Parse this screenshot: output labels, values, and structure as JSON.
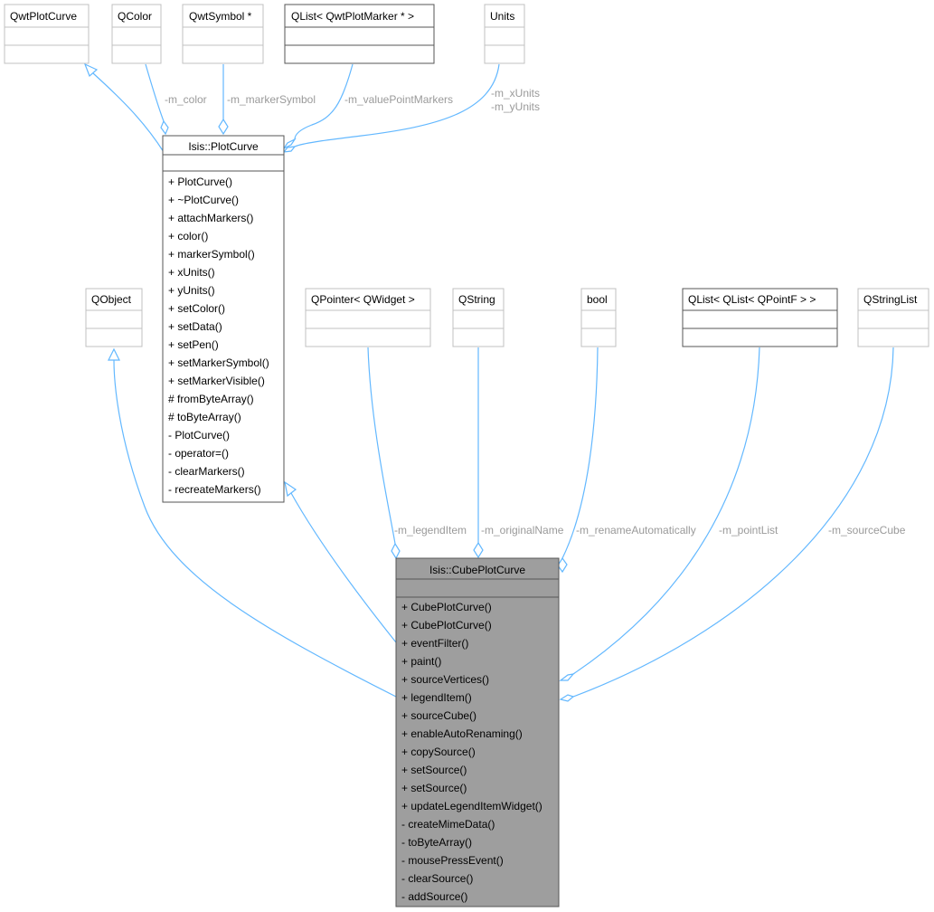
{
  "classes": {
    "qwtplotcurve": {
      "name": "QwtPlotCurve",
      "members": []
    },
    "qcolor": {
      "name": "QColor",
      "members": []
    },
    "qwtsymbol": {
      "name": "QwtSymbol *",
      "members": []
    },
    "qlist_marker": {
      "name": "QList< QwtPlotMarker * >",
      "members": []
    },
    "units": {
      "name": "Units",
      "members": []
    },
    "plotcurve": {
      "name": "Isis::PlotCurve",
      "members": [
        "+ PlotCurve()",
        "+ ~PlotCurve()",
        "+ attachMarkers()",
        "+ color()",
        "+ markerSymbol()",
        "+ xUnits()",
        "+ yUnits()",
        "+ setColor()",
        "+ setData()",
        "+ setPen()",
        "+ setMarkerSymbol()",
        "+ setMarkerVisible()",
        "# fromByteArray()",
        "# toByteArray()",
        "- PlotCurve()",
        "- operator=()",
        "- clearMarkers()",
        "- recreateMarkers()"
      ]
    },
    "qobject": {
      "name": "QObject",
      "members": []
    },
    "qpointer": {
      "name": "QPointer< QWidget >",
      "members": []
    },
    "qstring": {
      "name": "QString",
      "members": []
    },
    "bool": {
      "name": "bool",
      "members": []
    },
    "qlist_pointf": {
      "name": "QList< QList< QPointF > >",
      "members": []
    },
    "qstringlist": {
      "name": "QStringList",
      "members": []
    },
    "cubeplotcurve": {
      "name": "Isis::CubePlotCurve",
      "members": [
        "+ CubePlotCurve()",
        "+ CubePlotCurve()",
        "+ eventFilter()",
        "+ paint()",
        "+ sourceVertices()",
        "+ legendItem()",
        "+ sourceCube()",
        "+ enableAutoRenaming()",
        "+ copySource()",
        "+ setSource()",
        "+ setSource()",
        "+ updateLegendItemWidget()",
        "- createMimeData()",
        "- toByteArray()",
        "- mousePressEvent()",
        "- clearSource()",
        "- addSource()"
      ]
    }
  },
  "edge_labels": {
    "m_color": "-m_color",
    "m_markerSymbol": "-m_markerSymbol",
    "m_valuePointMarkers": "-m_valuePointMarkers",
    "m_xUnits": "-m_xUnits",
    "m_yUnits": "-m_yUnits",
    "m_legendItem": "-m_legendItem",
    "m_originalName": "-m_originalName",
    "m_renameAutomatically": "-m_renameAutomatically",
    "m_pointList": "-m_pointList",
    "m_sourceCube": "-m_sourceCube"
  },
  "colors": {
    "edge": "#63b8ff",
    "focus_fill": "#9e9e9e",
    "border_gray": "#c0c0c0",
    "border_dark": "#555555",
    "label_gray": "#9a9a9a"
  }
}
